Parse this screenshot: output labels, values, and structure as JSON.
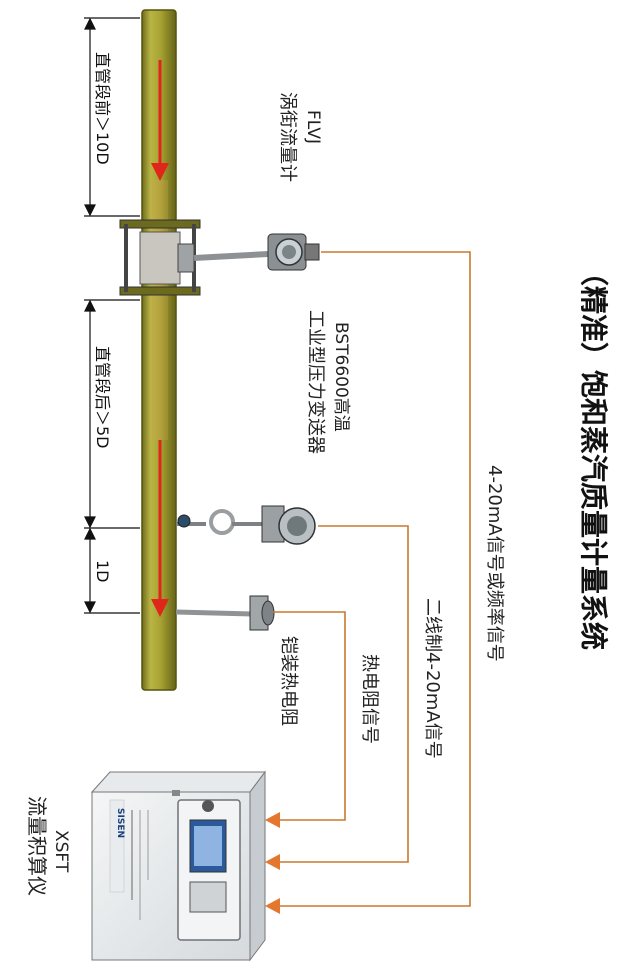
{
  "title": "（精准）饱和蒸汽质量计量系统",
  "flowmeter": {
    "name": "FLVJ",
    "desc": "涡街流量计"
  },
  "pressure_transmitter": {
    "model": "BST6600高温",
    "desc": "工业型压力变送器"
  },
  "thermo": {
    "desc": "铠装热电阻"
  },
  "integrator": {
    "model": "XSFT",
    "desc": "流量积算仪"
  },
  "signals": {
    "flow": "4-20mA信号或频率信号",
    "pressure": "二线制4-20mA信号",
    "temperature": "热电阻信号"
  },
  "dimensions": {
    "upstream": "直管段前＞10D",
    "downstream": "直管段后＞5D",
    "gap": "1D"
  },
  "device_brand": "SISEN",
  "colors": {
    "pipe": "#a6a232",
    "arrow_red": "#e0251a",
    "signal_line": "#c8792e",
    "arrow_orange": "#e4772d"
  }
}
